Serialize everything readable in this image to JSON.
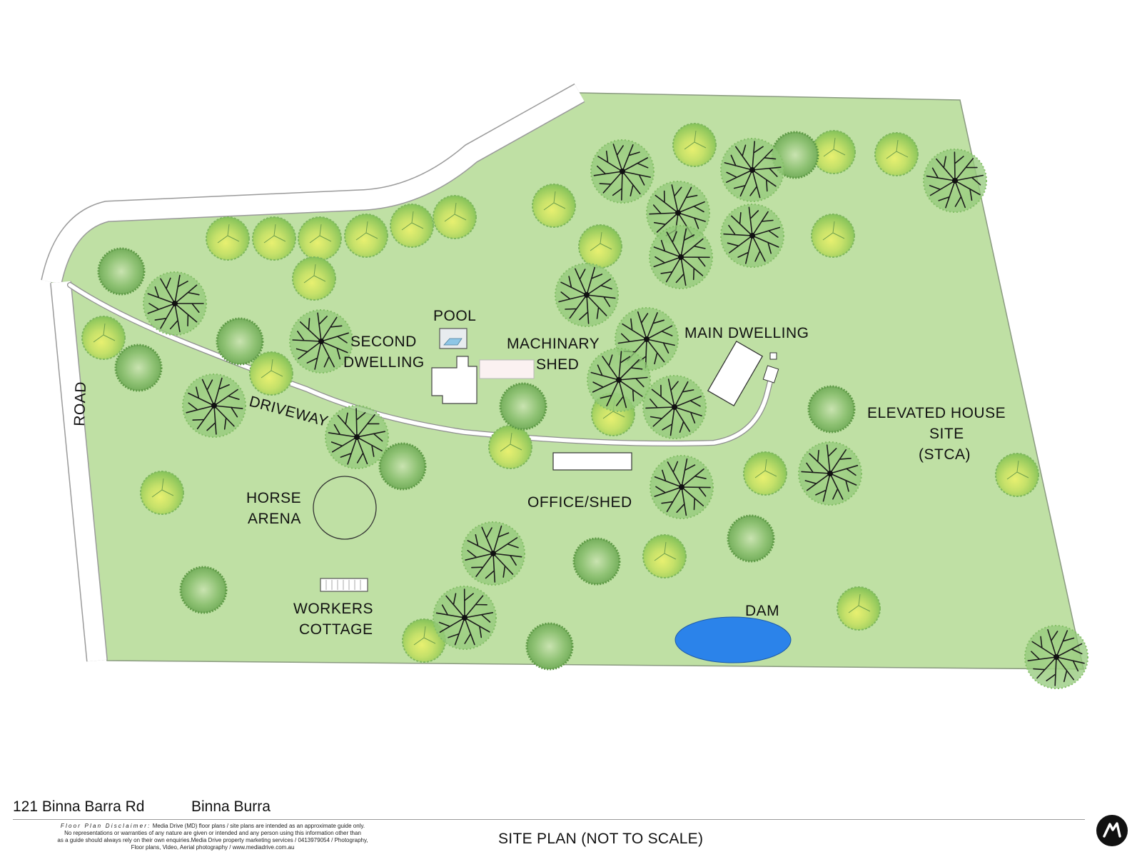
{
  "labels": {
    "pool": "POOL",
    "second_dwelling": [
      "SECOND",
      "DWELLING"
    ],
    "machinary_shed": [
      "MACHINARY",
      "SHED"
    ],
    "main_dwelling": "MAIN DWELLING",
    "elevated_house_site": [
      "ELEVATED HOUSE",
      "SITE",
      "(STCA)"
    ],
    "driveway": "DRIVEWAY",
    "road": "ROAD",
    "horse_arena": [
      "HORSE",
      "ARENA"
    ],
    "office_shed": "OFFICE/SHED",
    "workers_cottage": [
      "WORKERS",
      "COTTAGE"
    ],
    "dam": "DAM"
  },
  "footer": {
    "address": "121 Binna Barra Rd",
    "suburb": "Binna Burra",
    "disclaimer_title": "Floor Plan Disclaimer:",
    "disclaimer_lines": [
      "Media Drive (MD) floor plans / site plans are intended as an approximate guide only.",
      "No representations or warranties of any nature are given or intended and any person using this information other than",
      "as a guide should always rely on their own enquiries.Media Drive property marketing services / 0413979054 / Photography,",
      "Floor plans,  Video, Aerial photography / www.mediadrive.com.au"
    ],
    "site_plan": "SITE PLAN (NOT TO SCALE)"
  },
  "colors": {
    "lawn": "#bfe0a4",
    "lawn_edge": "#8a9a80",
    "road": "#ffffff",
    "dam": "#2b83ea",
    "tree_yellow": "#c5e27a",
    "tree_dark": "#7fb85e",
    "branch": "#1b1b1b"
  },
  "icons": {
    "logo": "brand-logo-icon"
  }
}
